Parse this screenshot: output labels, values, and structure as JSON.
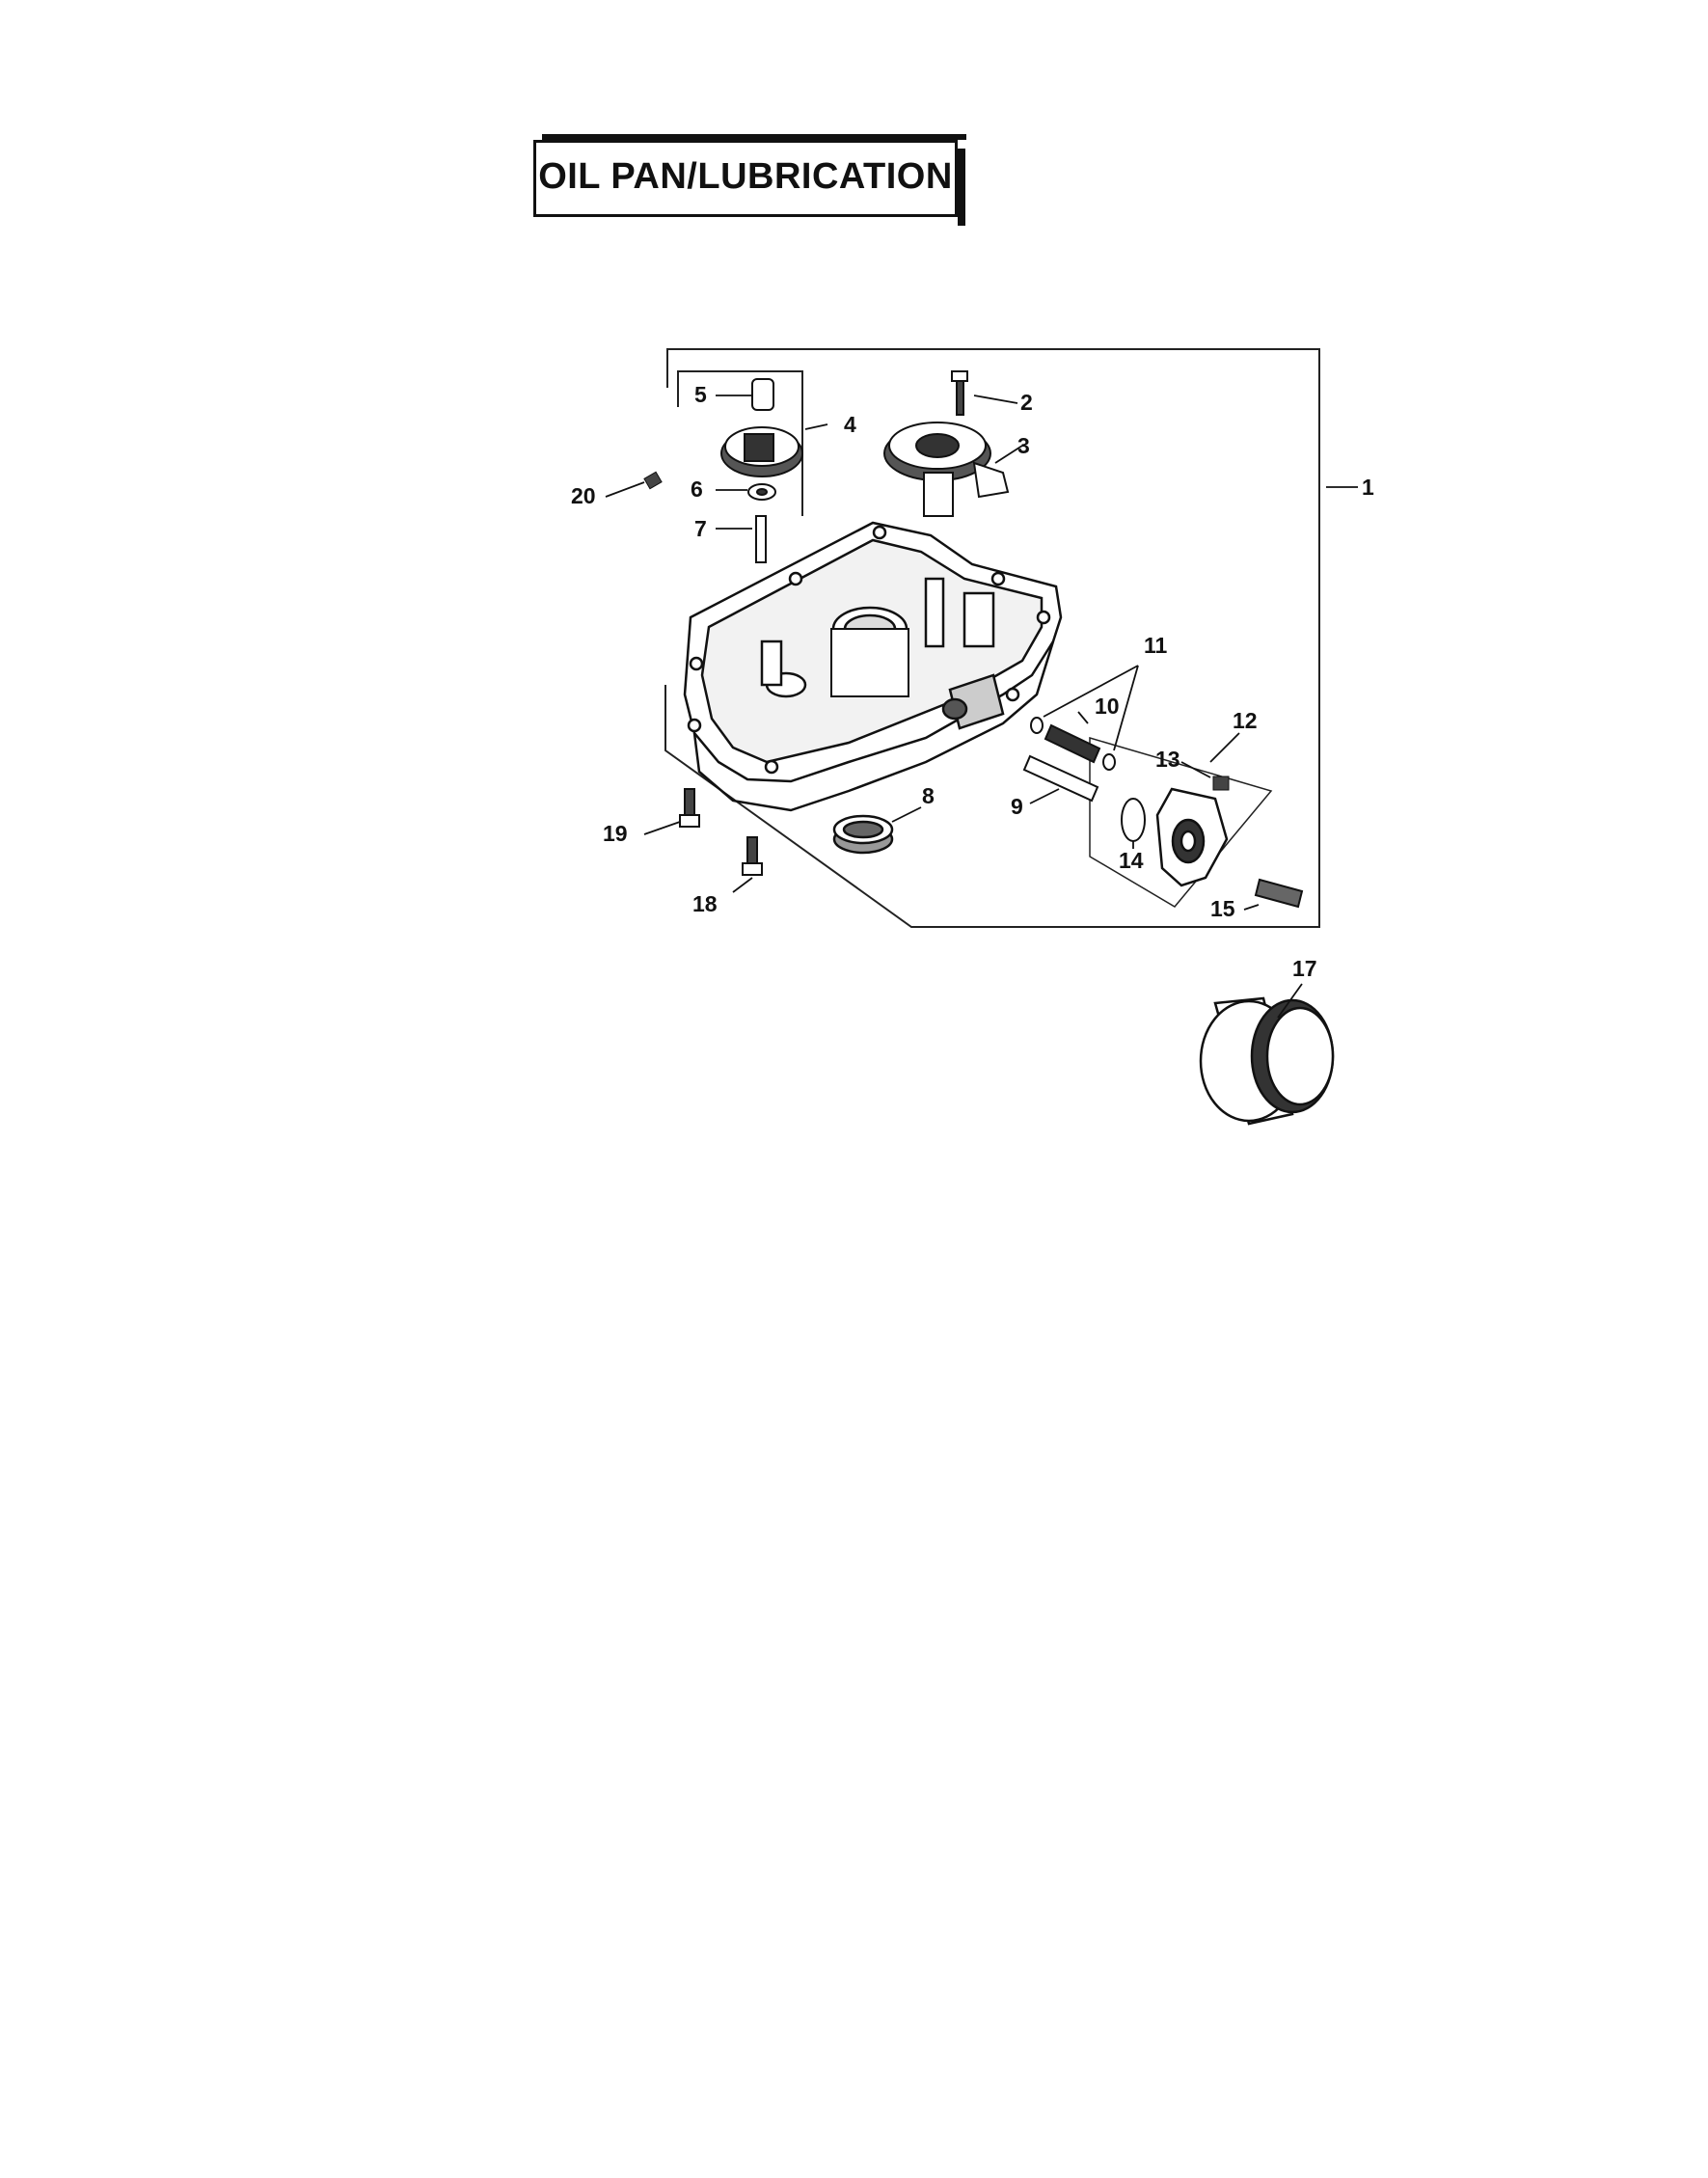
{
  "title": "OIL PAN/LUBRICATION",
  "callouts": [
    {
      "id": "1",
      "label": "1"
    },
    {
      "id": "2",
      "label": "2"
    },
    {
      "id": "3",
      "label": "3"
    },
    {
      "id": "4",
      "label": "4"
    },
    {
      "id": "5",
      "label": "5"
    },
    {
      "id": "6",
      "label": "6"
    },
    {
      "id": "7",
      "label": "7"
    },
    {
      "id": "8",
      "label": "8"
    },
    {
      "id": "9",
      "label": "9"
    },
    {
      "id": "10",
      "label": "10"
    },
    {
      "id": "11",
      "label": "11"
    },
    {
      "id": "12",
      "label": "12"
    },
    {
      "id": "13",
      "label": "13"
    },
    {
      "id": "14",
      "label": "14"
    },
    {
      "id": "15",
      "label": "15"
    },
    {
      "id": "17",
      "label": "17"
    },
    {
      "id": "18",
      "label": "18"
    },
    {
      "id": "19",
      "label": "19"
    },
    {
      "id": "20",
      "label": "20"
    }
  ]
}
